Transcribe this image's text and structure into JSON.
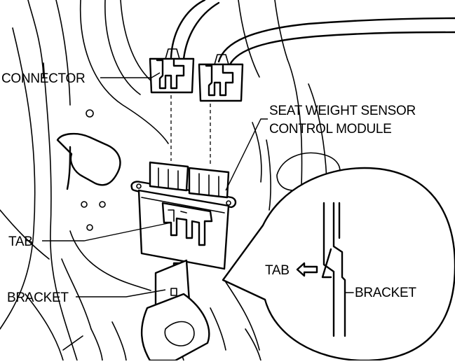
{
  "labels": {
    "connector": "CONNECTOR",
    "module_line1": "SEAT WEIGHT SENSOR",
    "module_line2": "CONTROL MODULE",
    "tab": "TAB",
    "bracket": "BRACKET",
    "detail_tab": "TAB",
    "detail_bracket": "BRACKET"
  }
}
